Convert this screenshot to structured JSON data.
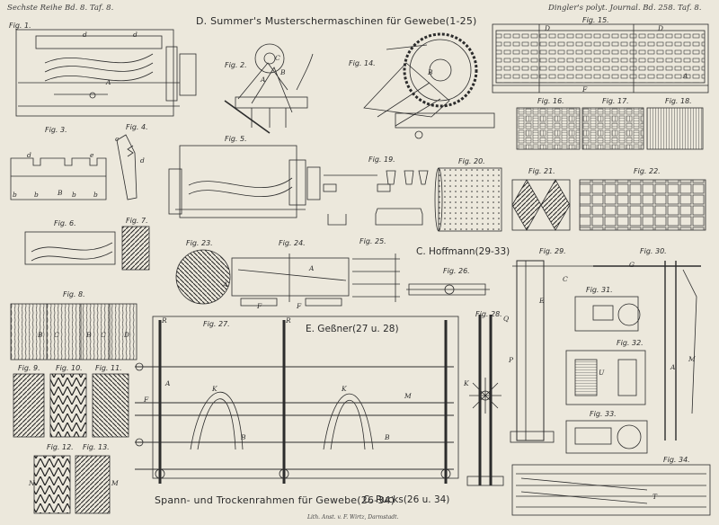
{
  "header": {
    "left": "Sechste Reihe Bd. 8. Taf. 8.",
    "right": "Dingler's polyt. Journal. Bd. 258. Taf. 8."
  },
  "titles": {
    "summer": "D. Summer's Musterschermaschinen für Gewebe",
    "summer_range": "(1-25)",
    "hoffmann": "C. Hoffmann",
    "hoffmann_range": "(29-33)",
    "gessner": "E. Geßner",
    "gessner_range": "(27 u. 28)",
    "spann": "Spann- und Trockenrahmen für Gewebe",
    "spann_range": "(26-34)",
    "rucks": "C. Rucks",
    "rucks_range": "(26 u. 34)",
    "imprint": "Lith. Anst. v. F. Wirtz, Darmstadt."
  },
  "figures": [
    {
      "id": "f1",
      "label": "Fig. 1."
    },
    {
      "id": "f2",
      "label": "Fig. 2."
    },
    {
      "id": "f3",
      "label": "Fig. 3."
    },
    {
      "id": "f4",
      "label": "Fig. 4."
    },
    {
      "id": "f5",
      "label": "Fig. 5."
    },
    {
      "id": "f6",
      "label": "Fig. 6."
    },
    {
      "id": "f7",
      "label": "Fig. 7."
    },
    {
      "id": "f8",
      "label": "Fig. 8."
    },
    {
      "id": "f9",
      "label": "Fig. 9."
    },
    {
      "id": "f10",
      "label": "Fig. 10."
    },
    {
      "id": "f11",
      "label": "Fig. 11."
    },
    {
      "id": "f12",
      "label": "Fig. 12."
    },
    {
      "id": "f13",
      "label": "Fig. 13."
    },
    {
      "id": "f14",
      "label": "Fig. 14."
    },
    {
      "id": "f15",
      "label": "Fig. 15."
    },
    {
      "id": "f16",
      "label": "Fig. 16."
    },
    {
      "id": "f17",
      "label": "Fig. 17."
    },
    {
      "id": "f18",
      "label": "Fig. 18."
    },
    {
      "id": "f19",
      "label": "Fig. 19."
    },
    {
      "id": "f20",
      "label": "Fig. 20."
    },
    {
      "id": "f21",
      "label": "Fig. 21."
    },
    {
      "id": "f22",
      "label": "Fig. 22."
    },
    {
      "id": "f23",
      "label": "Fig. 23."
    },
    {
      "id": "f24",
      "label": "Fig. 24."
    },
    {
      "id": "f25",
      "label": "Fig. 25."
    },
    {
      "id": "f26",
      "label": "Fig. 26."
    },
    {
      "id": "f27",
      "label": "Fig. 27."
    },
    {
      "id": "f28",
      "label": "Fig. 28."
    },
    {
      "id": "f29",
      "label": "Fig. 29."
    },
    {
      "id": "f30",
      "label": "Fig. 30."
    },
    {
      "id": "f31",
      "label": "Fig. 31."
    },
    {
      "id": "f32",
      "label": "Fig. 32."
    },
    {
      "id": "f33",
      "label": "Fig. 33."
    },
    {
      "id": "f34",
      "label": "Fig. 34."
    }
  ],
  "labels": [
    {
      "id": "l1",
      "text": "d"
    },
    {
      "id": "l2",
      "text": "d"
    },
    {
      "id": "l3",
      "text": "d"
    },
    {
      "id": "l4",
      "text": "e"
    },
    {
      "id": "l5",
      "text": "b"
    },
    {
      "id": "l6",
      "text": "b"
    },
    {
      "id": "l7",
      "text": "b"
    },
    {
      "id": "l8",
      "text": "b"
    },
    {
      "id": "l9",
      "text": "B"
    },
    {
      "id": "l10",
      "text": "c"
    },
    {
      "id": "l11",
      "text": "d"
    },
    {
      "id": "l12",
      "text": "A"
    },
    {
      "id": "l13",
      "text": "C"
    },
    {
      "id": "l14",
      "text": "B"
    },
    {
      "id": "l15",
      "text": "A"
    },
    {
      "id": "l16",
      "text": "B"
    },
    {
      "id": "l17",
      "text": "D"
    },
    {
      "id": "l18",
      "text": "D"
    },
    {
      "id": "l19",
      "text": "A"
    },
    {
      "id": "l20",
      "text": "F"
    },
    {
      "id": "l21",
      "text": "A"
    },
    {
      "id": "l22",
      "text": "A"
    },
    {
      "id": "l23",
      "text": "F"
    },
    {
      "id": "l24",
      "text": "F"
    },
    {
      "id": "l25",
      "text": "B"
    },
    {
      "id": "l26",
      "text": "C"
    },
    {
      "id": "l27",
      "text": "B"
    },
    {
      "id": "l28",
      "text": "C"
    },
    {
      "id": "l29",
      "text": "D"
    },
    {
      "id": "l30",
      "text": "R"
    },
    {
      "id": "l31",
      "text": "R"
    },
    {
      "id": "l32",
      "text": "A"
    },
    {
      "id": "l33",
      "text": "K"
    },
    {
      "id": "l34",
      "text": "K"
    },
    {
      "id": "l35",
      "text": "B"
    },
    {
      "id": "l36",
      "text": "B"
    },
    {
      "id": "l37",
      "text": "M"
    },
    {
      "id": "l38",
      "text": "F"
    },
    {
      "id": "l39",
      "text": "Q"
    },
    {
      "id": "l40",
      "text": "P"
    },
    {
      "id": "l41",
      "text": "E"
    },
    {
      "id": "l42",
      "text": "C"
    },
    {
      "id": "l43",
      "text": "G"
    },
    {
      "id": "l44",
      "text": "M"
    },
    {
      "id": "l45",
      "text": "A"
    },
    {
      "id": "l46",
      "text": "N"
    },
    {
      "id": "l47",
      "text": "M"
    },
    {
      "id": "l48",
      "text": "T"
    },
    {
      "id": "l49",
      "text": "K"
    },
    {
      "id": "l50",
      "text": "U"
    }
  ]
}
